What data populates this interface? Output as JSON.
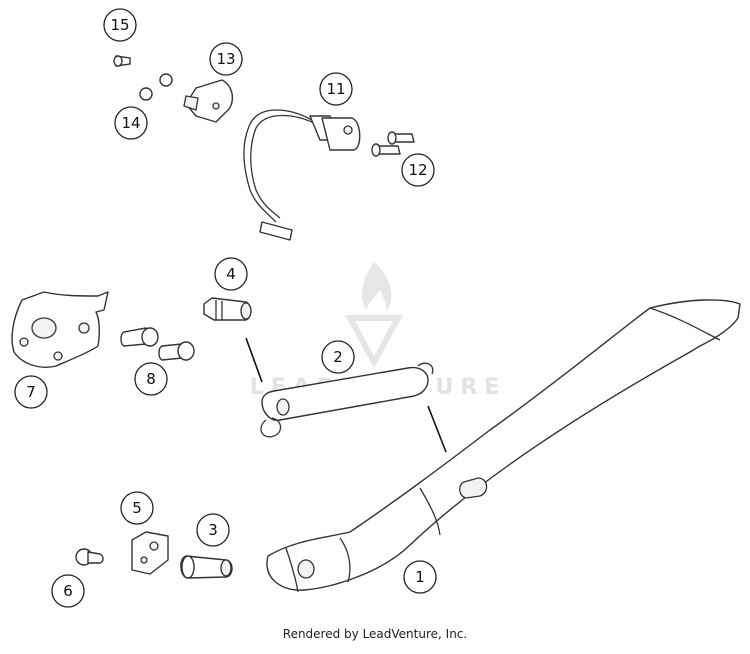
{
  "diagram": {
    "callouts": [
      {
        "id": "c1",
        "label": "1"
      },
      {
        "id": "c2",
        "label": "2"
      },
      {
        "id": "c3",
        "label": "3"
      },
      {
        "id": "c4",
        "label": "4"
      },
      {
        "id": "c5",
        "label": "5"
      },
      {
        "id": "c6",
        "label": "6"
      },
      {
        "id": "c7",
        "label": "7"
      },
      {
        "id": "c8",
        "label": "8"
      },
      {
        "id": "c11",
        "label": "11"
      },
      {
        "id": "c12",
        "label": "12"
      },
      {
        "id": "c13",
        "label": "13"
      },
      {
        "id": "c14",
        "label": "14"
      },
      {
        "id": "c15",
        "label": "15"
      }
    ],
    "watermark": "LEADVENTURE"
  },
  "footer": {
    "text": "Rendered by LeadVenture, Inc."
  }
}
